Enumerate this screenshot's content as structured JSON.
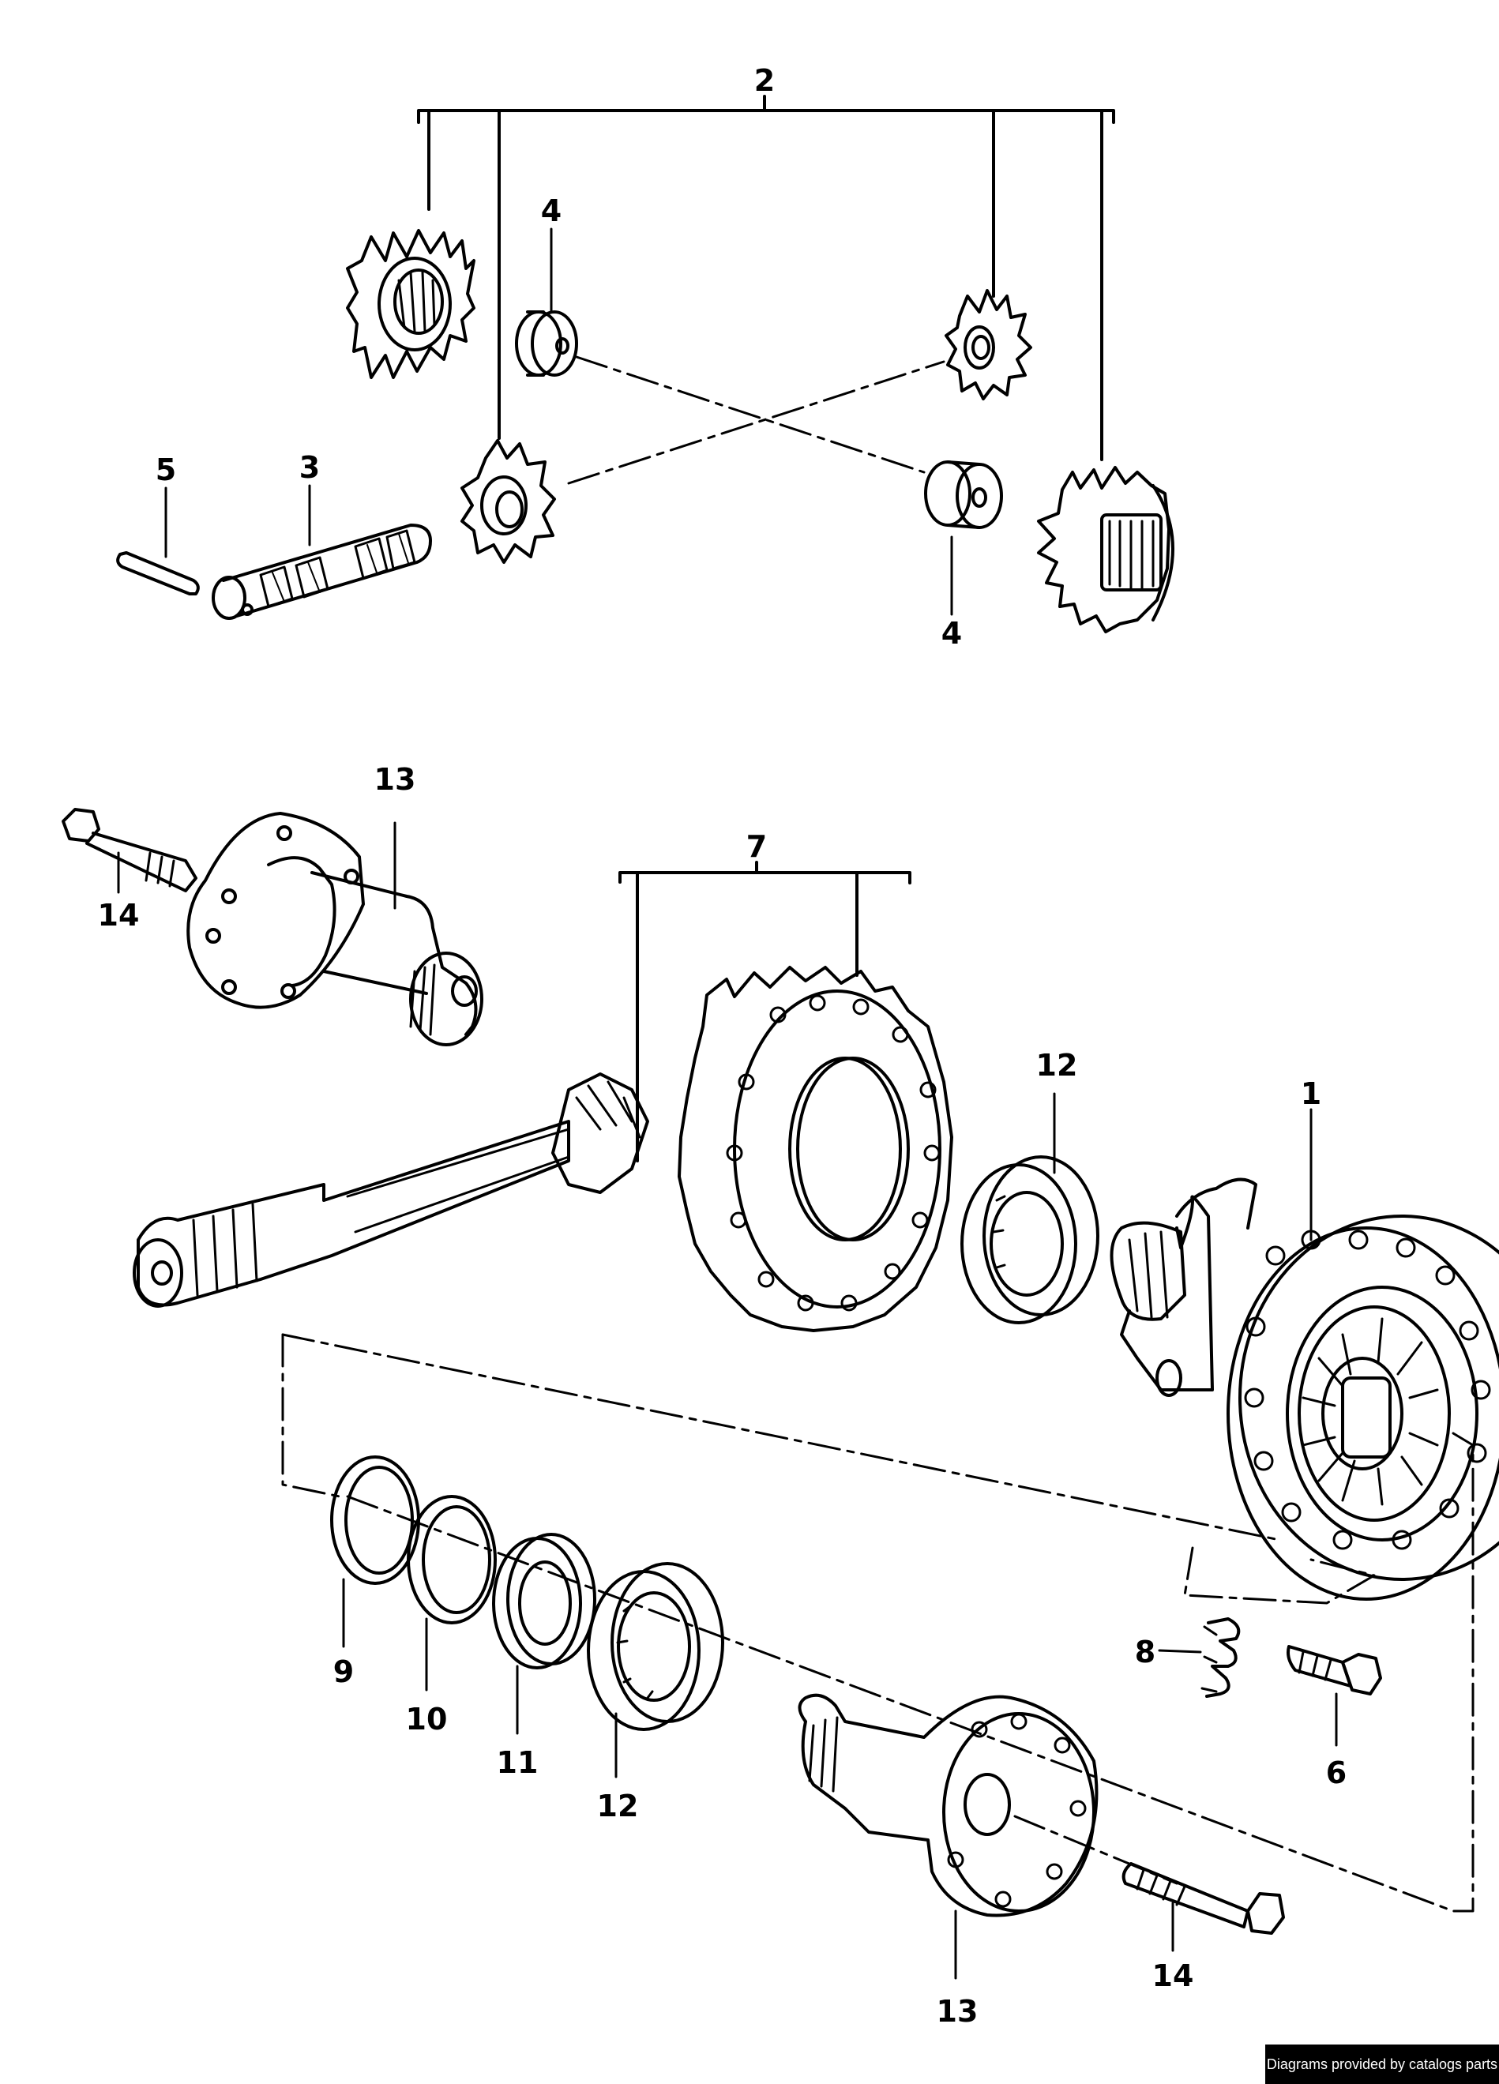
{
  "callouts": {
    "c1": "1",
    "c2": "2",
    "c3": "3",
    "c4a": "4",
    "c4b": "4",
    "c5": "5",
    "c6": "6",
    "c7": "7",
    "c8": "8",
    "c9": "9",
    "c10": "10",
    "c11": "11",
    "c12a": "12",
    "c12b": "12",
    "c13a": "13",
    "c13b": "13",
    "c14a": "14",
    "c14b": "14"
  },
  "credit": "Diagrams provided by catalogs parts",
  "colors": {
    "ink": "#000000",
    "paper": "#ffffff"
  }
}
